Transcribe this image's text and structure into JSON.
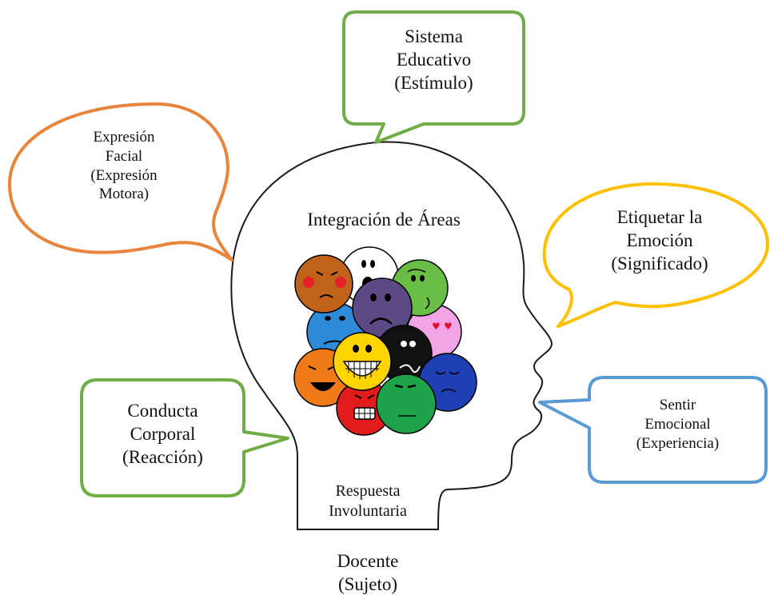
{
  "colors": {
    "orange": "#E8853D",
    "green": "#70AD47",
    "yellow": "#FFC000",
    "blue": "#5B9BD5",
    "head_outline": "#1a1a1a"
  },
  "bubbles": {
    "sistema": {
      "lines": [
        "Sistema",
        "Educativo",
        "(Estímulo)"
      ]
    },
    "expresion": {
      "lines": [
        "Expresión",
        "Facial",
        "(Expresión",
        "Motora)"
      ]
    },
    "etiquetar": {
      "lines": [
        "Etiquetar la",
        "Emoción",
        "(Significado)"
      ]
    },
    "conducta": {
      "lines": [
        "Conducta",
        "Corporal",
        "(Reacción)"
      ]
    },
    "sentir": {
      "lines": [
        "Sentir",
        "Emocional",
        "(Experiencia)"
      ]
    }
  },
  "head": {
    "title": "Integración de Áreas",
    "response_lines": [
      "Respuesta",
      "Involuntaria"
    ]
  },
  "subject": {
    "lines": [
      "Docente",
      "(Sujeto)"
    ]
  },
  "emotion_faces": [
    {
      "name": "angry-blush",
      "color": "#C0621A"
    },
    {
      "name": "surprised",
      "color": "#FFFFFF"
    },
    {
      "name": "green-smirk",
      "color": "#6BBE45"
    },
    {
      "name": "sad-purple",
      "color": "#5B4A86"
    },
    {
      "name": "love-pink",
      "color": "#F2A4E6"
    },
    {
      "name": "blue-worried",
      "color": "#2E8BDA"
    },
    {
      "name": "laughing-orange",
      "color": "#F07A1A"
    },
    {
      "name": "grin-yellow",
      "color": "#FFD400"
    },
    {
      "name": "black-face",
      "color": "#111111"
    },
    {
      "name": "dark-blue-sad",
      "color": "#1F3FB4"
    },
    {
      "name": "red-angry",
      "color": "#E21B1B"
    },
    {
      "name": "green-annoyed",
      "color": "#1FA34A"
    }
  ]
}
